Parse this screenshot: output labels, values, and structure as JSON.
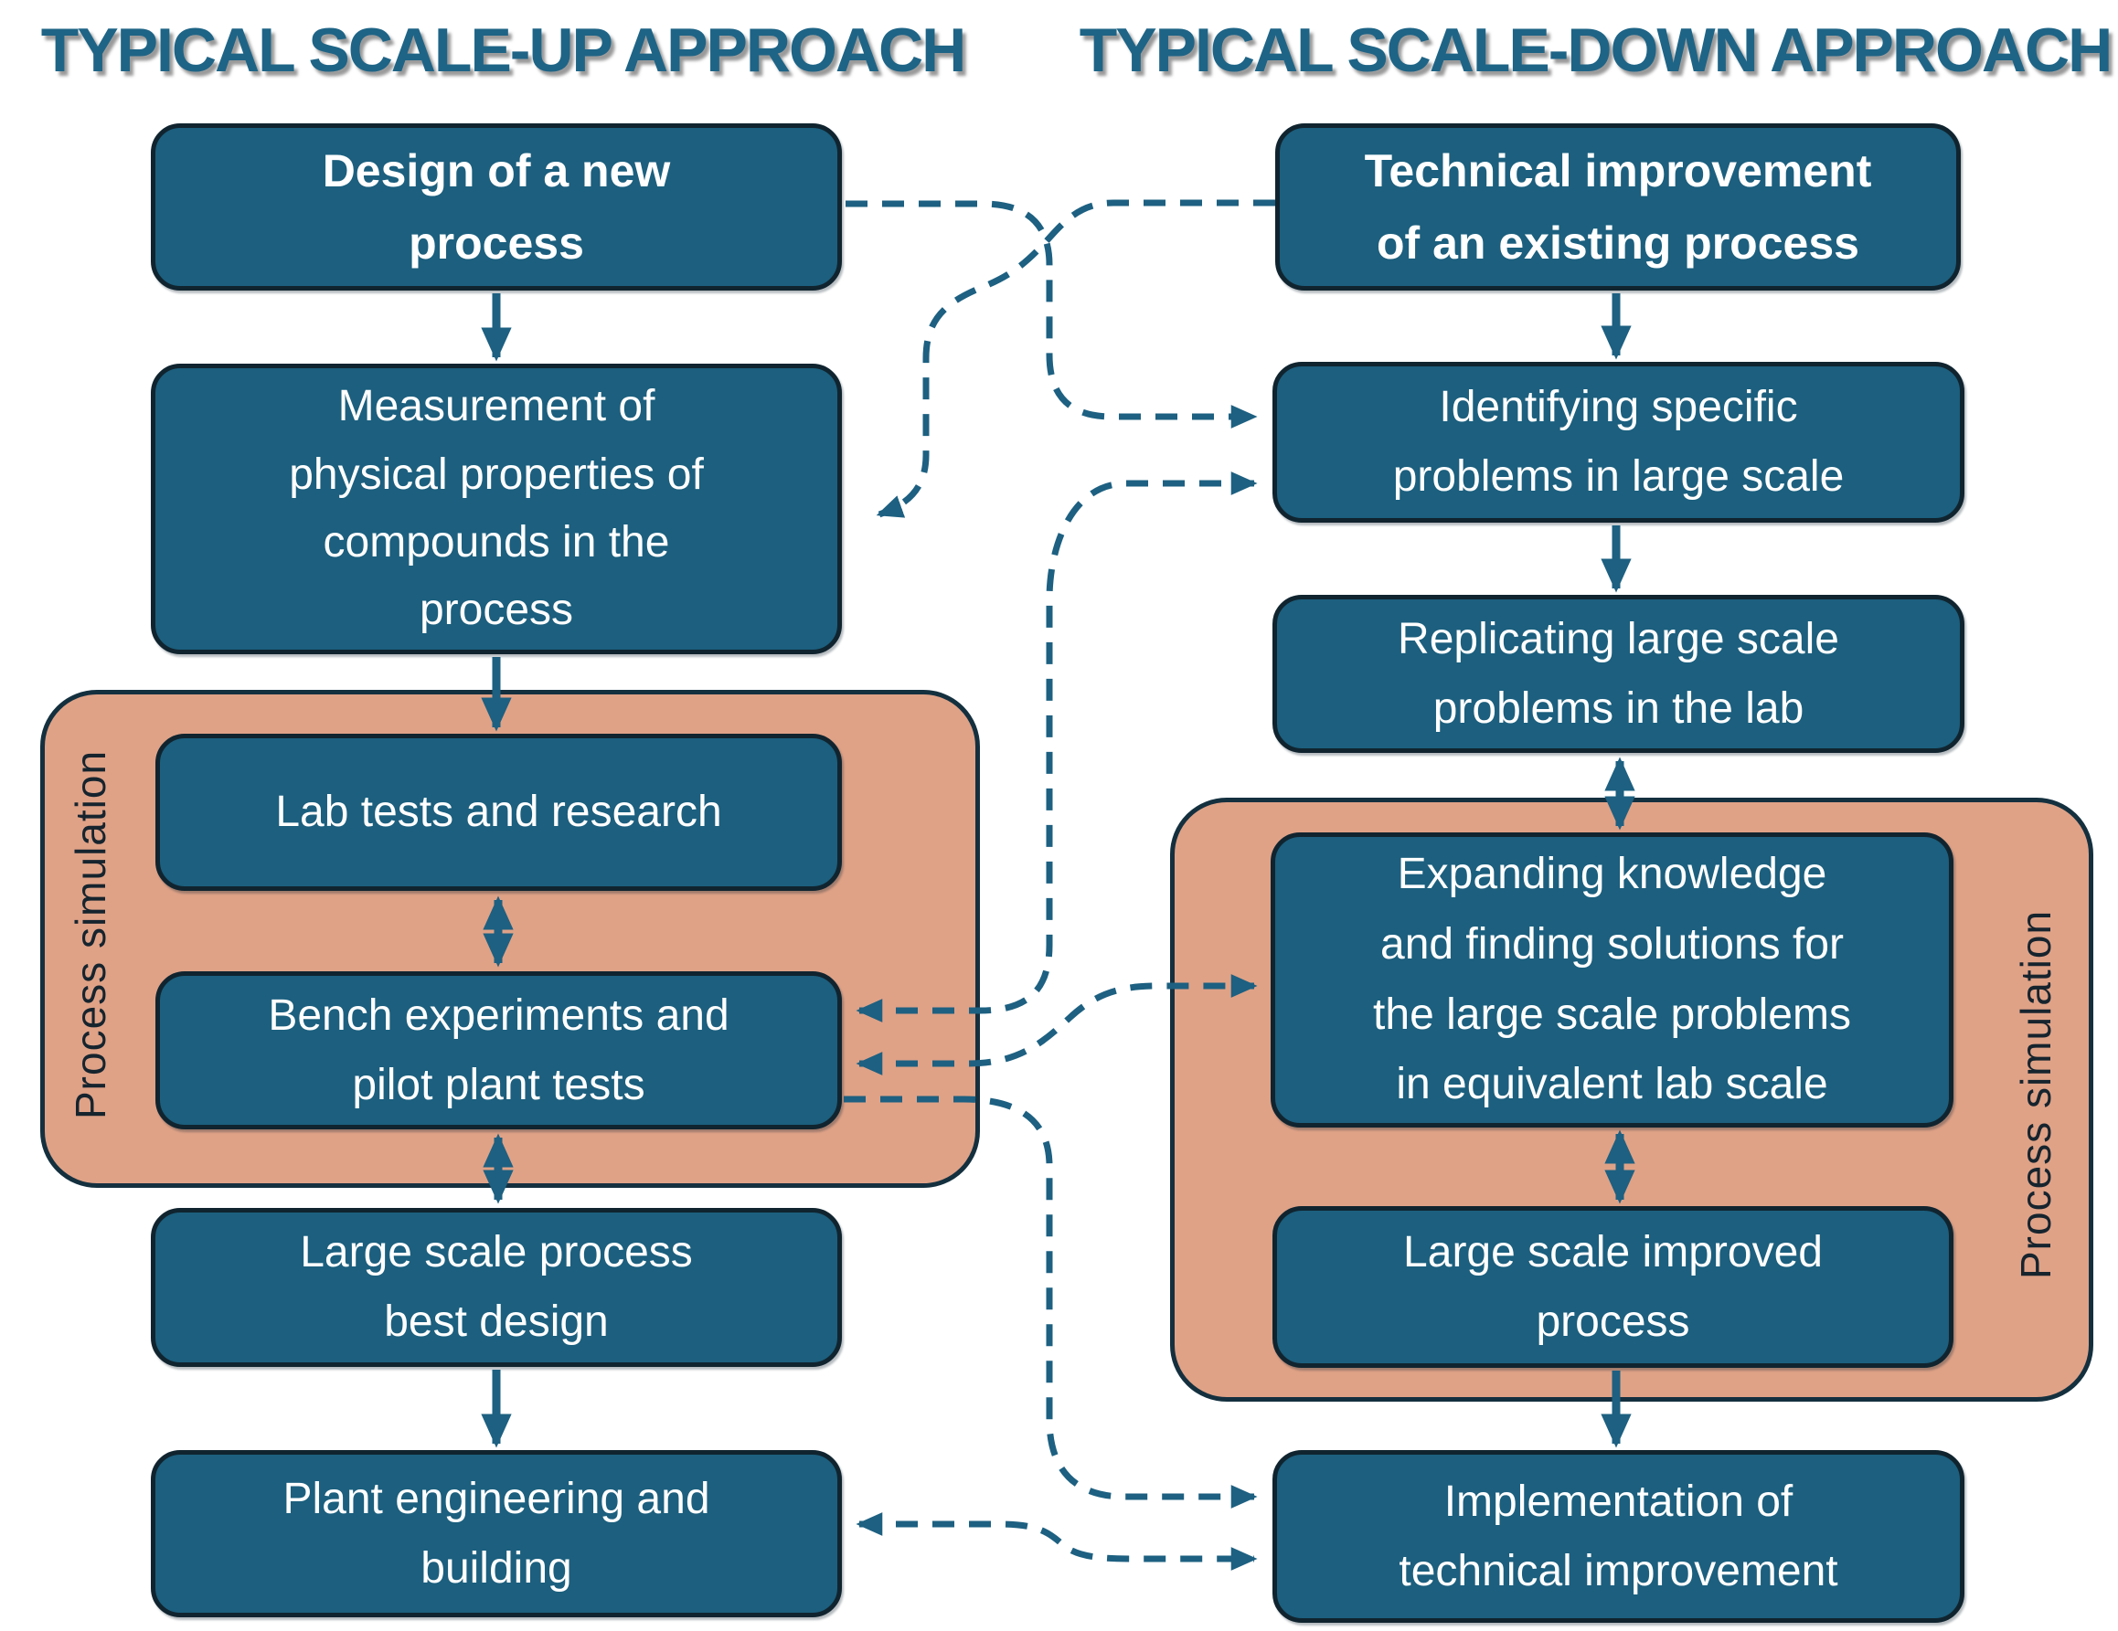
{
  "titles": {
    "left": "TYPICAL SCALE-UP APPROACH",
    "right": "TYPICAL SCALE-DOWN APPROACH"
  },
  "labels": {
    "process_simulation": "Process simulation"
  },
  "scale_up": {
    "design": "Design of a new\nprocess",
    "measurement": "Measurement of\nphysical properties of\ncompounds in the\nprocess",
    "lab_tests": "Lab tests and research",
    "bench": "Bench experiments and\npilot plant tests",
    "large_best": "Large scale process\nbest design",
    "plant": "Plant engineering and\nbuilding"
  },
  "scale_down": {
    "technical": "Technical improvement\nof an existing process",
    "identifying": "Identifying specific\nproblems in large scale",
    "replicating": "Replicating large scale\nproblems in the lab",
    "expanding": "Expanding knowledge\nand finding solutions for\nthe large scale problems\nin equivalent lab scale",
    "large_improved": "Large scale improved\nprocess",
    "implementation": "Implementation of\ntechnical improvement"
  },
  "connections": {
    "solid": [
      {
        "from": "design",
        "to": "measurement",
        "bidirectional": false
      },
      {
        "from": "measurement",
        "to": "lab_tests",
        "bidirectional": false
      },
      {
        "from": "lab_tests",
        "to": "bench",
        "bidirectional": true
      },
      {
        "from": "bench",
        "to": "large_best",
        "bidirectional": true
      },
      {
        "from": "large_best",
        "to": "plant",
        "bidirectional": false
      },
      {
        "from": "technical",
        "to": "identifying",
        "bidirectional": false
      },
      {
        "from": "identifying",
        "to": "replicating",
        "bidirectional": false
      },
      {
        "from": "replicating",
        "to": "expanding",
        "bidirectional": true
      },
      {
        "from": "expanding",
        "to": "large_improved",
        "bidirectional": true
      },
      {
        "from": "large_improved",
        "to": "implementation",
        "bidirectional": false
      }
    ],
    "dashed": [
      {
        "from": "design",
        "to": "identifying",
        "bidirectional": false
      },
      {
        "from": "technical",
        "to": "measurement",
        "bidirectional": false
      },
      {
        "from": "identifying",
        "to": "bench",
        "bidirectional": true
      },
      {
        "from": "bench",
        "to": "expanding",
        "bidirectional": true
      },
      {
        "from": "bench",
        "to": "implementation",
        "bidirectional": false
      },
      {
        "from": "plant",
        "to": "implementation",
        "bidirectional": true
      }
    ]
  },
  "colors": {
    "box_fill": "#1C5F7E",
    "box_border": "#10242F",
    "box_text_color": "#FFFFFF",
    "orange_fill": "#DFA287",
    "orange_border": "#14303F",
    "title_color": "#1E6486",
    "sim_label_color": "#16242E",
    "arrow_color": "#1D6081"
  }
}
